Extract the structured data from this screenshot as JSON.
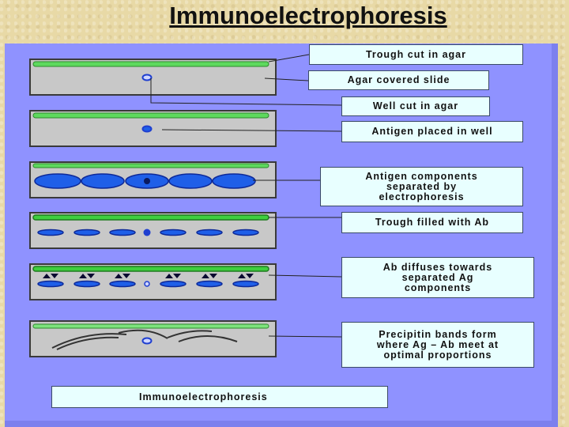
{
  "title": "Immunoelectrophoresis",
  "labels": {
    "trough": "Trough cut in agar",
    "slide": "Agar covered slide",
    "well": "Well cut in agar",
    "antigen": "Antigen placed in well",
    "separated": "Antigen components\nseparated by\nelectrophoresis",
    "filled": "Trough filled with Ab",
    "diffuses": "Ab diffuses towards\nseparated Ag\ncomponents",
    "bands": "Precipitin bands form\nwhere Ag – Ab meet at\noptimal proportions"
  },
  "footer": "Immunoelectrophoresis",
  "colors": {
    "panel": "#8f92ff",
    "slide": "#c8c8c8",
    "trough": "#5ed95e",
    "antigen": "#1f5fe8",
    "label_bg": "#e8ffff"
  }
}
